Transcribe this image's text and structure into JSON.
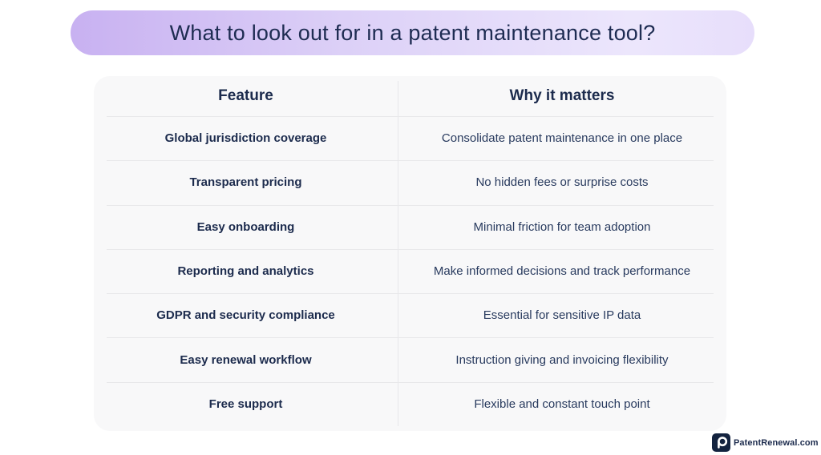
{
  "title": "What to look out for in a patent maintenance tool?",
  "table": {
    "headers": {
      "feature": "Feature",
      "why": "Why it matters"
    },
    "rows": [
      {
        "feature": "Global jurisdiction coverage",
        "why": "Consolidate patent maintenance in one place"
      },
      {
        "feature": "Transparent pricing",
        "why": "No hidden fees or surprise costs"
      },
      {
        "feature": "Easy onboarding",
        "why": "Minimal friction for team adoption"
      },
      {
        "feature": "Reporting and analytics",
        "why": "Make informed decisions and track performance"
      },
      {
        "feature": "GDPR and security compliance",
        "why": "Essential for sensitive IP data"
      },
      {
        "feature": "Easy renewal workflow",
        "why": "Instruction giving and invoicing flexibility"
      },
      {
        "feature": "Free support",
        "why": "Flexible and constant touch point"
      }
    ]
  },
  "footer": {
    "brand": "PatentRenewal.com",
    "logo_icon": "magnifier-p-icon"
  },
  "colors": {
    "pill_gradient_start": "#c8b1f1",
    "pill_gradient_end": "#e7defb",
    "title_text": "#1e2c52",
    "card_background": "#f8f8f9",
    "divider": "#e8e8ea",
    "feature_text": "#1c2b4d",
    "why_text": "#283a5e",
    "logo_background": "#13233f"
  }
}
